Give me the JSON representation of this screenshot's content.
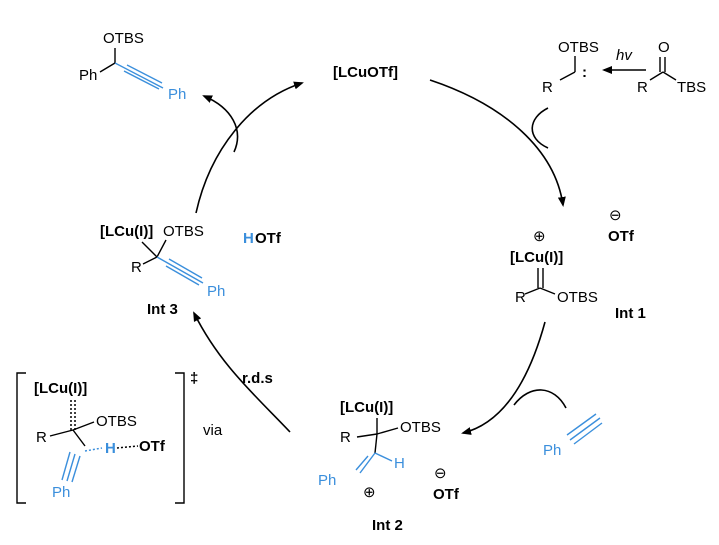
{
  "catalyst": "[LCuOTf]",
  "product": {
    "otbs": "OTBS",
    "ph": "Ph",
    "ph_blue": "Ph"
  },
  "precursor": {
    "otbs": "OTBS",
    "r": "R",
    "colon": ":",
    "hv": "hv",
    "o": "O",
    "r2": "R",
    "tbs": "TBS"
  },
  "int1": {
    "label": "Int 1",
    "plus": "⊕",
    "lcu": "[LCu(I)]",
    "r": "R",
    "otbs": "OTBS",
    "otf_charge": "⊖",
    "otf": "OTf"
  },
  "int2": {
    "label": "Int 2",
    "lcu": "[LCu(I)]",
    "r": "R",
    "otbs": "OTBS",
    "ph": "Ph",
    "h": "H",
    "plus": "⊕",
    "otf_charge": "⊖",
    "otf": "OTf"
  },
  "int3": {
    "label": "Int 3",
    "lcu": "[LCu(I)]",
    "otbs": "OTBS",
    "r": "R",
    "ph": "Ph",
    "hotf_h": "H",
    "hotf_otf": "OTf"
  },
  "alkyne": {
    "ph": "Ph"
  },
  "rds": "r.d.s",
  "ts": {
    "lcu": "[LCu(I)]",
    "r": "R",
    "otbs": "OTBS",
    "h": "H",
    "otf": "OTf",
    "ph": "Ph",
    "dagger": "‡",
    "via": "via"
  },
  "colors": {
    "accent": "#3b8fdc",
    "ink": "#000000"
  }
}
